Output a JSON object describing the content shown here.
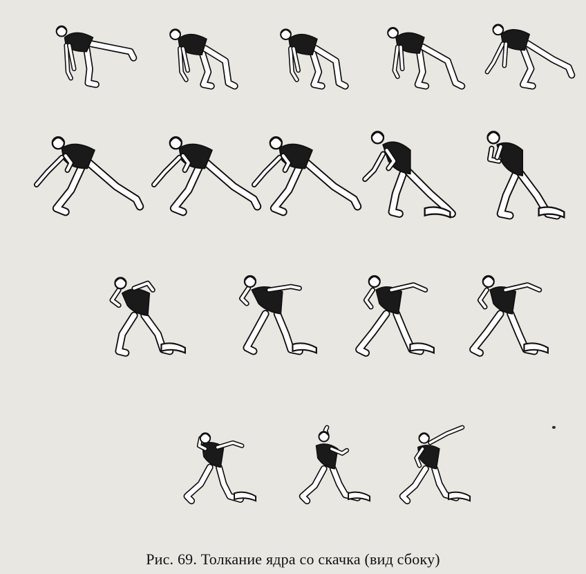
{
  "caption": "Рис. 69. Толкание ядра со скачка (вид сбоку)",
  "colors": {
    "background": "#e9e7e2",
    "ink": "#111111",
    "shirt": "#1a1a1a",
    "pants": "#ffffff",
    "circle_board": "#ffffff"
  },
  "figure_icon": "shot-putter-silhouette",
  "rows": [
    {
      "frames": [
        {
          "pose": "crouch-back-leg-extended",
          "board": false
        },
        {
          "pose": "crouch-tuck",
          "board": false
        },
        {
          "pose": "crouch-tuck",
          "board": false
        },
        {
          "pose": "crouch-leg-back",
          "board": false
        },
        {
          "pose": "crouch-leg-extended",
          "board": false
        }
      ]
    },
    {
      "frames": [
        {
          "pose": "lunge-arm-forward",
          "board": false
        },
        {
          "pose": "lunge-arm-forward",
          "board": false
        },
        {
          "pose": "lunge-arm-forward",
          "board": false
        },
        {
          "pose": "glide",
          "board": true
        },
        {
          "pose": "upright-glide",
          "board": true
        }
      ]
    },
    {
      "frames": [
        {
          "pose": "power-position",
          "board": true
        },
        {
          "pose": "turn-arm-out",
          "board": true
        },
        {
          "pose": "turn-drive",
          "board": true
        },
        {
          "pose": "turn-drive",
          "board": true
        }
      ]
    },
    {
      "frames": [
        {
          "pose": "release-prep",
          "board": true
        },
        {
          "pose": "release-push",
          "board": true
        },
        {
          "pose": "release",
          "board": true
        }
      ]
    }
  ]
}
